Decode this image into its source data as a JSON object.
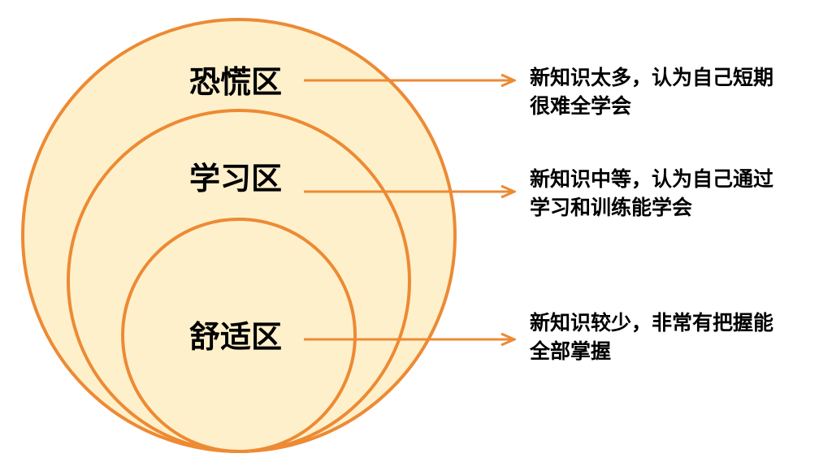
{
  "colors": {
    "circle_fill": "#FEF0CB",
    "circle_stroke": "#ED8A34",
    "arrow": "#ED8A34",
    "text": "#000000"
  },
  "zones": [
    {
      "label": "恐慌区",
      "description_lines": [
        "新知识太多，认为自己短期",
        "很难全学会"
      ]
    },
    {
      "label": "学习区",
      "description_lines": [
        "新知识中等，认为自己通过",
        "学习和训练能学会"
      ]
    },
    {
      "label": "舒适区",
      "description_lines": [
        "新知识较少，非常有把握能",
        "全部掌握"
      ]
    }
  ]
}
